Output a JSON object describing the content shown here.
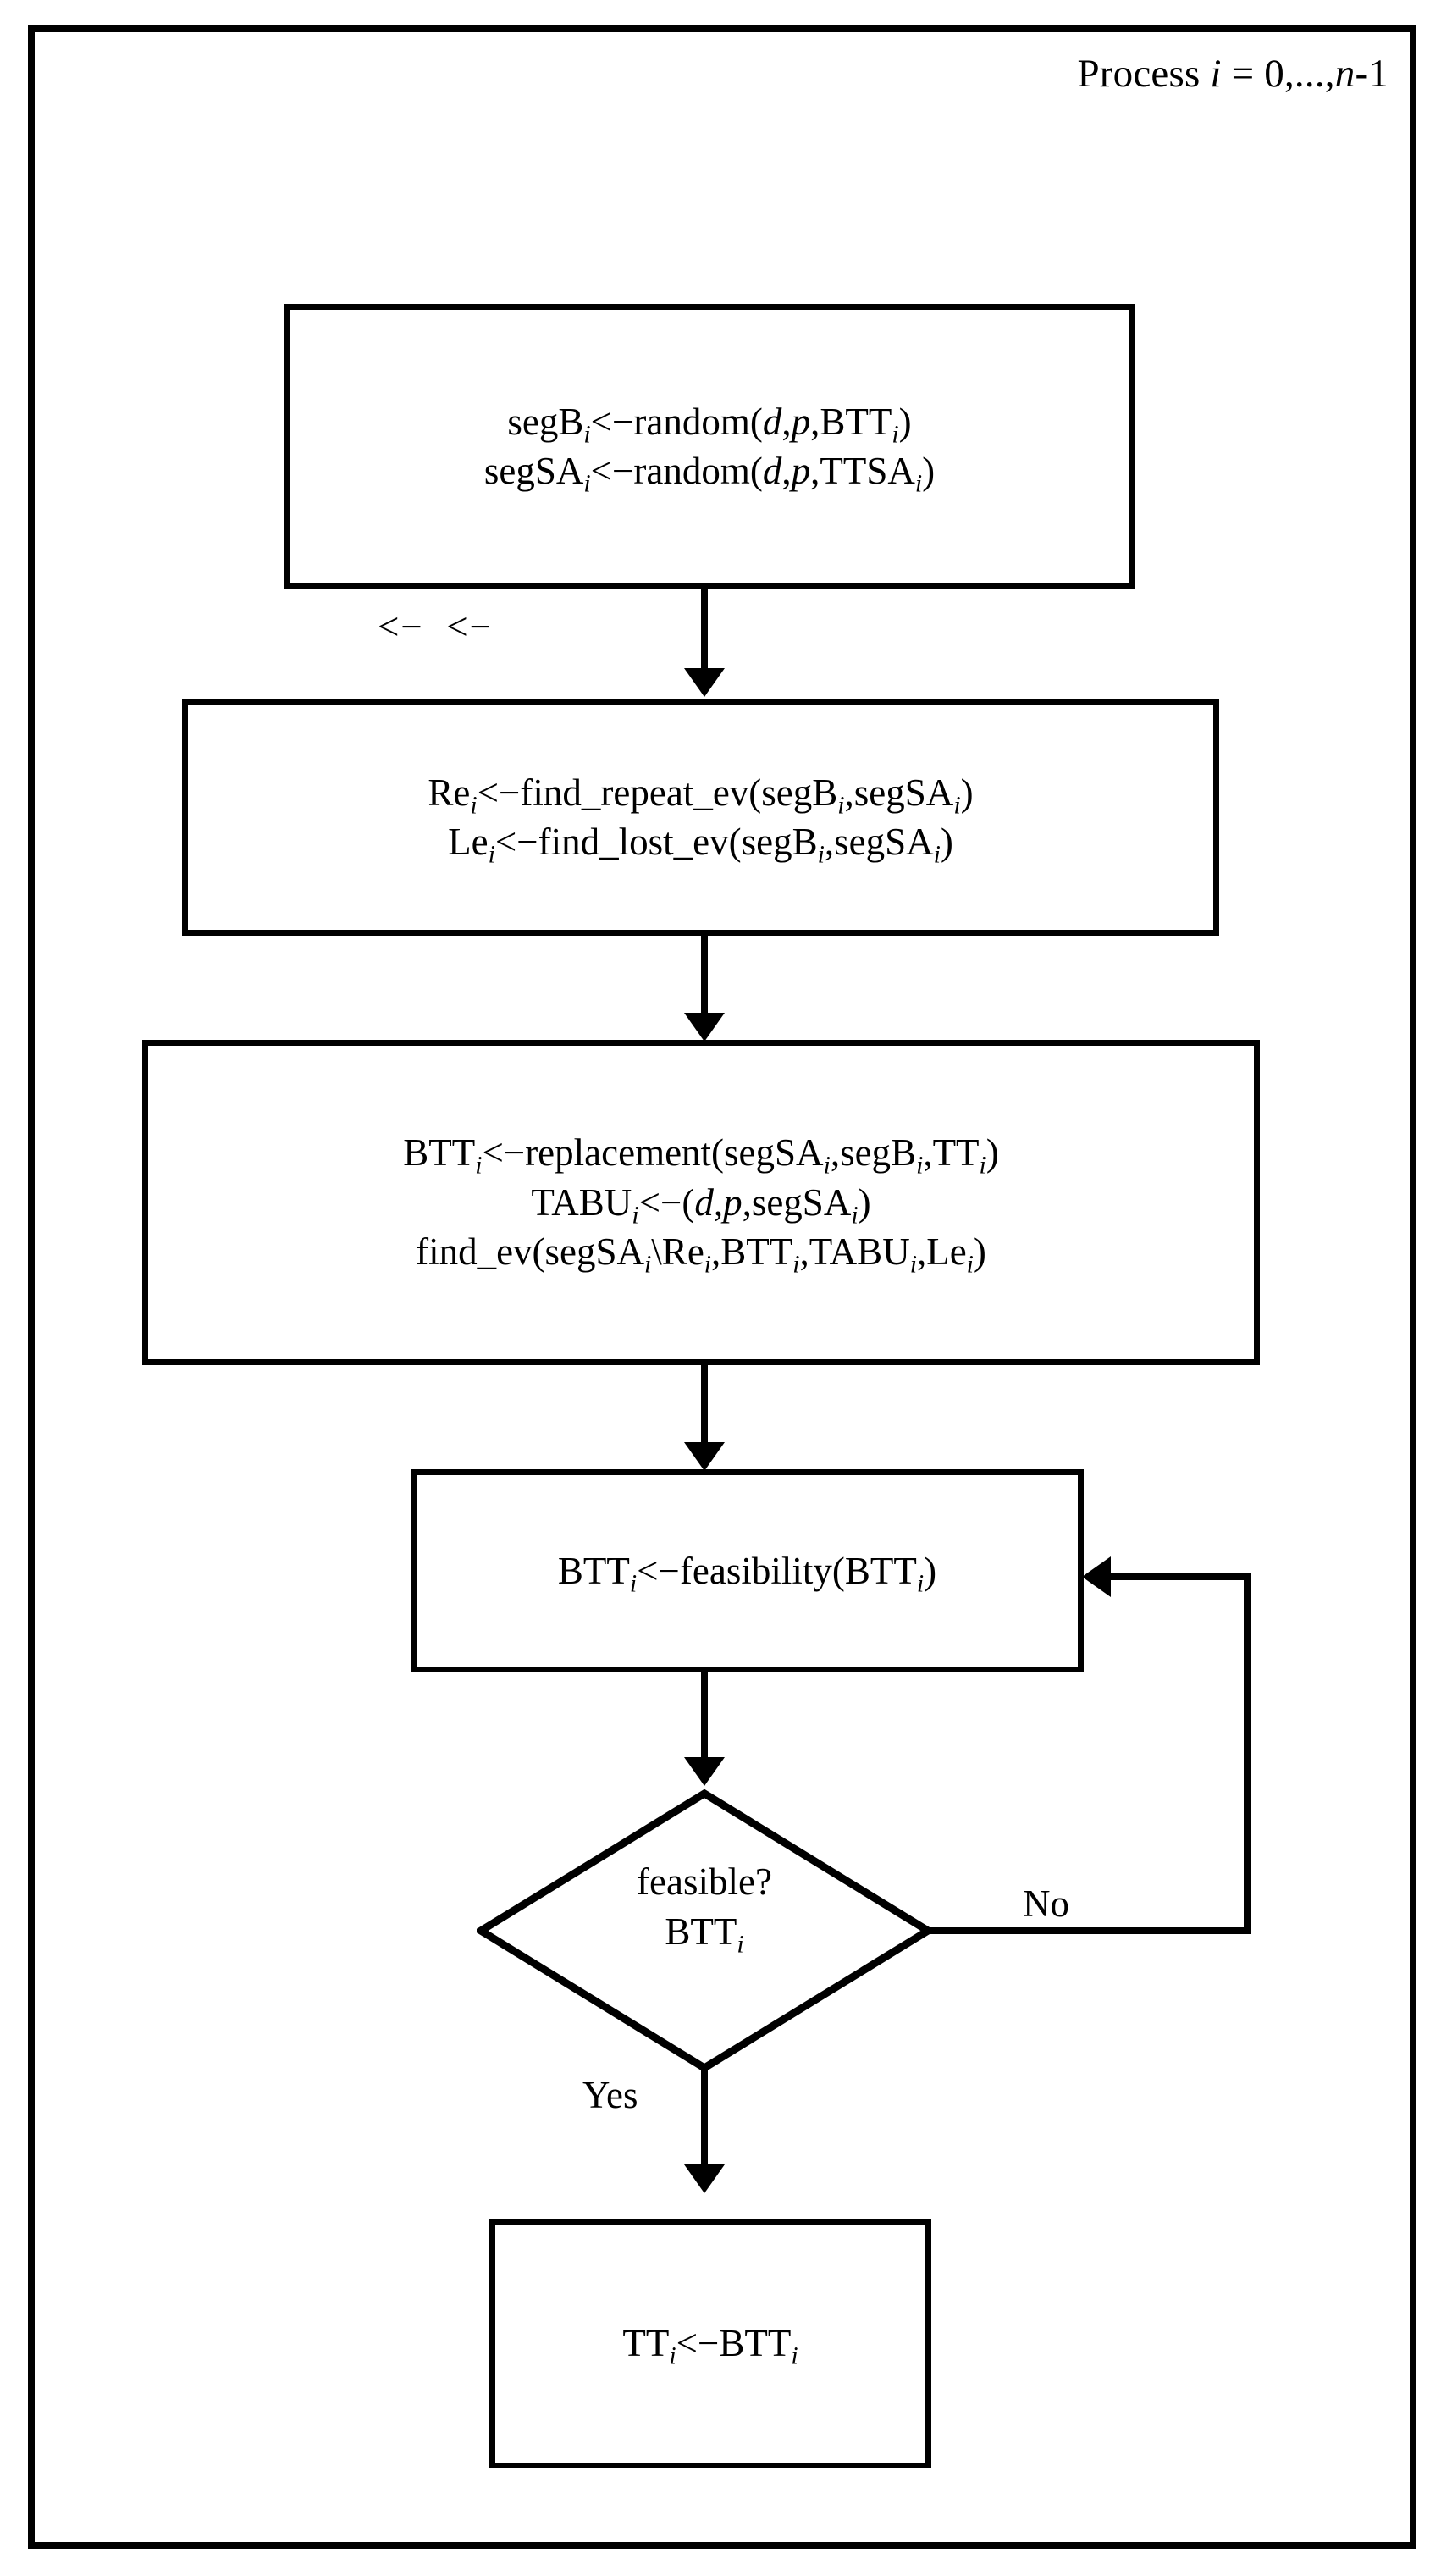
{
  "figure": {
    "type": "flowchart",
    "header": {
      "prefix": "Process ",
      "var_i": "i",
      "equals": " = 0,...,",
      "var_n": "n",
      "suffix": "-1",
      "full_text": "Process i = 0,...,n-1"
    },
    "border_color": "#000000",
    "background_color": "#ffffff"
  },
  "nodes": {
    "init": {
      "shape": "rectangle",
      "lines": [
        {
          "parts": [
            {
              "t": "segB",
              "s": "normal"
            },
            {
              "t": "i",
              "s": "sub"
            },
            {
              "t": "<−random(",
              "s": "normal"
            },
            {
              "t": "d",
              "s": "italic"
            },
            {
              "t": ",",
              "s": "normal"
            },
            {
              "t": "p",
              "s": "italic"
            },
            {
              "t": ",BTT",
              "s": "normal"
            },
            {
              "t": "i",
              "s": "sub"
            },
            {
              "t": ")",
              "s": "normal"
            }
          ],
          "text": "segBi<−random(d,p,BTTi)"
        },
        {
          "parts": [
            {
              "t": "segSA",
              "s": "normal"
            },
            {
              "t": "i",
              "s": "sub"
            },
            {
              "t": "<−random(",
              "s": "normal"
            },
            {
              "t": "d",
              "s": "italic"
            },
            {
              "t": ",",
              "s": "normal"
            },
            {
              "t": "p",
              "s": "italic"
            },
            {
              "t": ",TTSA",
              "s": "normal"
            },
            {
              "t": "i",
              "s": "sub"
            },
            {
              "t": ")",
              "s": "normal"
            }
          ],
          "text": "segSAi<−random(d,p,TTSAi)"
        }
      ]
    },
    "find": {
      "shape": "rectangle",
      "lines": [
        {
          "parts": [
            {
              "t": "Re",
              "s": "normal"
            },
            {
              "t": "i",
              "s": "sub"
            },
            {
              "t": "<−find_repeat_ev(segB",
              "s": "normal"
            },
            {
              "t": "i",
              "s": "sub"
            },
            {
              "t": ",segSA",
              "s": "normal"
            },
            {
              "t": "i",
              "s": "sub"
            },
            {
              "t": ")",
              "s": "normal"
            }
          ],
          "text": "Rei<−find_repeat_ev(segBi,segSAi)"
        },
        {
          "parts": [
            {
              "t": "Le",
              "s": "normal"
            },
            {
              "t": "i",
              "s": "sub"
            },
            {
              "t": "<−find_lost_ev(segB",
              "s": "normal"
            },
            {
              "t": "i",
              "s": "sub"
            },
            {
              "t": ",segSA",
              "s": "normal"
            },
            {
              "t": "i",
              "s": "sub"
            },
            {
              "t": ")",
              "s": "normal"
            }
          ],
          "text": "Lei<−find_lost_ev(segBi,segSAi)"
        }
      ]
    },
    "replacement": {
      "shape": "rectangle",
      "lines": [
        {
          "parts": [
            {
              "t": "BTT",
              "s": "normal"
            },
            {
              "t": "i",
              "s": "sub"
            },
            {
              "t": "<−replacement(segSA",
              "s": "normal"
            },
            {
              "t": "i",
              "s": "sub"
            },
            {
              "t": ",segB",
              "s": "normal"
            },
            {
              "t": "i",
              "s": "sub"
            },
            {
              "t": ",TT",
              "s": "normal"
            },
            {
              "t": "i",
              "s": "sub"
            },
            {
              "t": ")",
              "s": "normal"
            }
          ],
          "text": "BTTi<−replacement(segSAi,segBi,TTi)"
        },
        {
          "parts": [
            {
              "t": "TABU",
              "s": "normal"
            },
            {
              "t": "i",
              "s": "sub"
            },
            {
              "t": "<−(",
              "s": "normal"
            },
            {
              "t": "d",
              "s": "italic"
            },
            {
              "t": ",",
              "s": "normal"
            },
            {
              "t": "p",
              "s": "italic"
            },
            {
              "t": ",segSA",
              "s": "normal"
            },
            {
              "t": "i",
              "s": "sub"
            },
            {
              "t": ")",
              "s": "normal"
            }
          ],
          "text": "TABUi<−(d,p,segSAi)"
        },
        {
          "parts": [
            {
              "t": "find_ev(segSA",
              "s": "normal"
            },
            {
              "t": "i",
              "s": "sub"
            },
            {
              "t": "\\Re",
              "s": "normal"
            },
            {
              "t": "i",
              "s": "sub"
            },
            {
              "t": ",BTT",
              "s": "normal"
            },
            {
              "t": "i",
              "s": "sub"
            },
            {
              "t": ",TABU",
              "s": "normal"
            },
            {
              "t": "i",
              "s": "sub"
            },
            {
              "t": ",Le",
              "s": "normal"
            },
            {
              "t": "i",
              "s": "sub"
            },
            {
              "t": ")",
              "s": "normal"
            }
          ],
          "text": "find_ev(segSAi\\Rei,BTTi,TABUi,Lei)"
        }
      ]
    },
    "feasibility": {
      "shape": "rectangle",
      "lines": [
        {
          "parts": [
            {
              "t": "BTT",
              "s": "normal"
            },
            {
              "t": "i",
              "s": "sub"
            },
            {
              "t": "<−feasibility(BTT",
              "s": "normal"
            },
            {
              "t": "i",
              "s": "sub"
            },
            {
              "t": ")",
              "s": "normal"
            }
          ],
          "text": "BTTi<−feasibility(BTTi)"
        }
      ]
    },
    "decision": {
      "shape": "diamond",
      "lines": [
        {
          "parts": [
            {
              "t": "feasible?",
              "s": "normal"
            }
          ],
          "text": "feasible?"
        },
        {
          "parts": [
            {
              "t": "BTT",
              "s": "normal"
            },
            {
              "t": "i",
              "s": "sub"
            }
          ],
          "text": "BTTi"
        }
      ]
    },
    "assign": {
      "shape": "rectangle",
      "lines": [
        {
          "parts": [
            {
              "t": "TT",
              "s": "normal"
            },
            {
              "t": "i",
              "s": "sub"
            },
            {
              "t": "<−BTT",
              "s": "normal"
            },
            {
              "t": "i",
              "s": "sub"
            }
          ],
          "text": "TTi<−BTTi"
        }
      ]
    }
  },
  "edge_labels": {
    "no": "No",
    "yes": "Yes"
  },
  "artifacts": {
    "stray_glyphs": "<−  <−"
  }
}
